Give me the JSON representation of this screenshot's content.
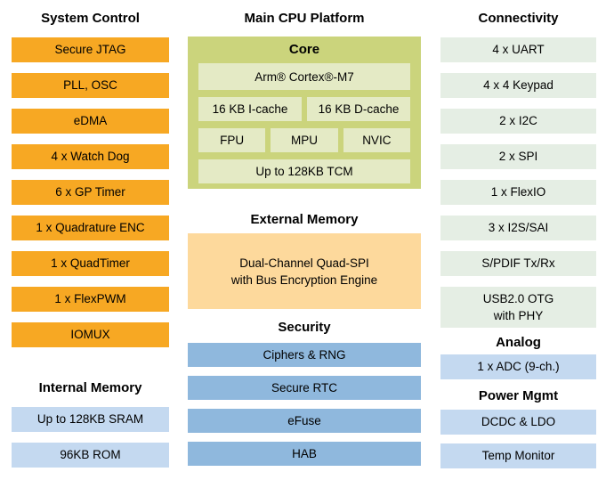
{
  "palette": {
    "orange": "#F7A823",
    "olive_container": "#CBD47C",
    "inner_green": "#E4EAC5",
    "mint": "#E5EEE4",
    "light_blue": "#C4D9F0",
    "medium_blue": "#8FB8DD",
    "tan": "#FDD99C",
    "background": "#FFFFFF",
    "text": "#000000"
  },
  "left": {
    "system_control": {
      "title": "System Control",
      "items": [
        "Secure JTAG",
        "PLL, OSC",
        "eDMA",
        "4 x Watch Dog",
        "6 x GP Timer",
        "1 x Quadrature ENC",
        "1 x QuadTimer",
        "1 x FlexPWM",
        "IOMUX"
      ]
    },
    "internal_memory": {
      "title": "Internal Memory",
      "items": [
        "Up to 128KB SRAM",
        "96KB ROM"
      ]
    }
  },
  "middle": {
    "title": "Main CPU Platform",
    "core": {
      "title": "Core",
      "cpu": "Arm® Cortex®-M7",
      "icache": "16 KB I-cache",
      "dcache": "16 KB D-cache",
      "fpu": "FPU",
      "mpu": "MPU",
      "nvic": "NVIC",
      "tcm": "Up to 128KB TCM"
    },
    "external_memory": {
      "title": "External Memory",
      "line1": "Dual-Channel Quad-SPI",
      "line2": "with Bus Encryption Engine"
    },
    "security": {
      "title": "Security",
      "items": [
        "Ciphers & RNG",
        "Secure RTC",
        "eFuse",
        "HAB"
      ]
    }
  },
  "right": {
    "connectivity": {
      "title": "Connectivity",
      "items": [
        "4 x UART",
        "4 x 4 Keypad",
        "2 x I2C",
        "2 x SPI",
        "1 x FlexIO",
        "3 x I2S/SAI",
        "S/PDIF Tx/Rx"
      ],
      "usb_line1": "USB2.0 OTG",
      "usb_line2": "with PHY"
    },
    "analog": {
      "title": "Analog",
      "items": [
        "1 x ADC (9-ch.)"
      ]
    },
    "power_mgmt": {
      "title": "Power Mgmt",
      "items": [
        "DCDC & LDO",
        "Temp Monitor"
      ]
    }
  }
}
